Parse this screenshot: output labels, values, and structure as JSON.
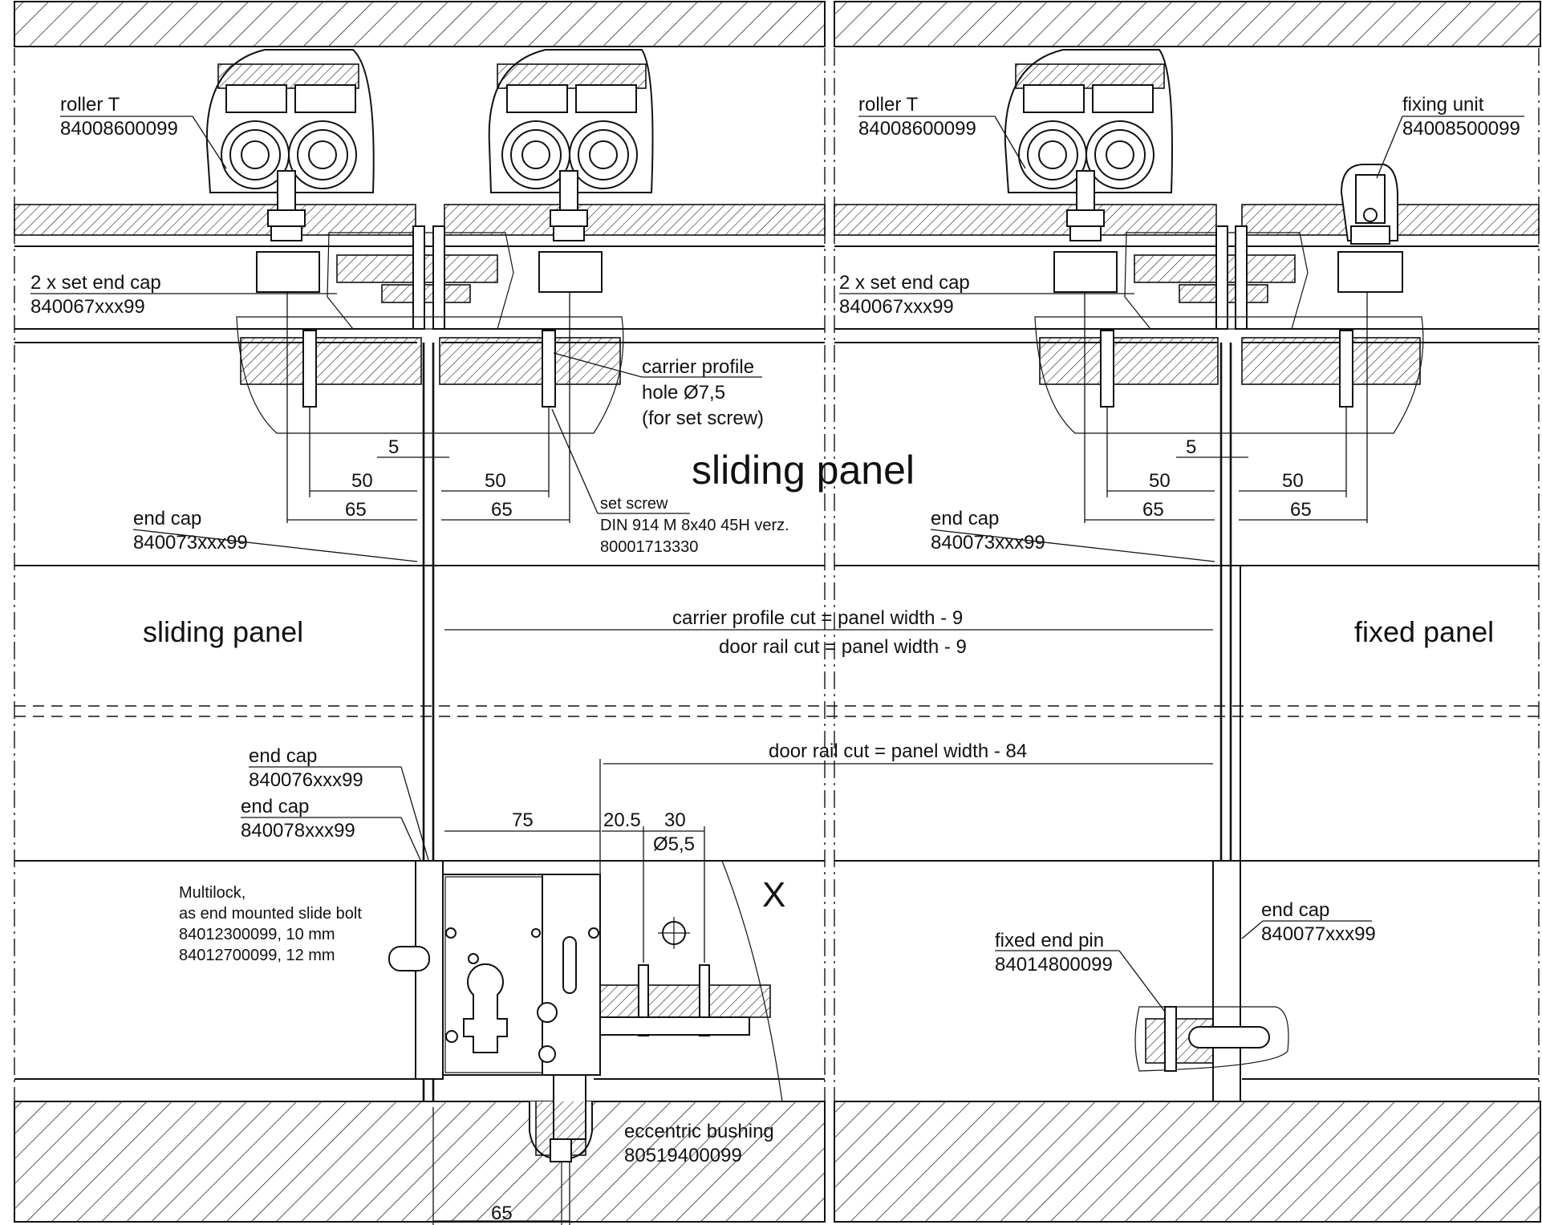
{
  "labels": {
    "roller_left": {
      "name": "roller T",
      "code": "84008600099"
    },
    "roller_right": {
      "name": "roller T",
      "code": "84008600099"
    },
    "fixing_unit": {
      "name": "fixing unit",
      "code": "84008500099"
    },
    "set_end_cap_left": {
      "name": "2 x set end cap",
      "code": "840067xxx99"
    },
    "set_end_cap_right": {
      "name": "2 x set end cap",
      "code": "840067xxx99"
    },
    "carrier_profile": {
      "line1": "carrier profile",
      "line2": "hole Ø7,5",
      "line3": "(for set screw)"
    },
    "set_screw": {
      "line1": "set screw",
      "line2": "DIN 914 M 8x40 45H verz.",
      "line3": "80001713330"
    },
    "end_cap_073_left": {
      "name": "end cap",
      "code": "840073xxx99"
    },
    "end_cap_073_right": {
      "name": "end cap",
      "code": "840073xxx99"
    },
    "end_cap_076": {
      "name": "end cap",
      "code": "840076xxx99"
    },
    "end_cap_078": {
      "name": "end cap",
      "code": "840078xxx99"
    },
    "end_cap_077": {
      "name": "end cap",
      "code": "840077xxx99"
    },
    "multilock": {
      "line1": "Multilock,",
      "line2": "as end mounted slide bolt",
      "line3": "84012300099, 10 mm",
      "line4": "84012700099, 12 mm"
    },
    "fixed_end_pin": {
      "name": "fixed end pin",
      "code": "84014800099"
    },
    "eccentric_bushing": {
      "name": "eccentric bushing",
      "code": "80519400099"
    }
  },
  "panels": {
    "sliding_top": "sliding panel",
    "sliding_left": "sliding panel",
    "fixed_right": "fixed panel"
  },
  "cuts": {
    "carrier_cut": "carrier profile cut = panel width - 9",
    "door_rail_top": "door rail cut = panel width - 9",
    "door_rail_bottom": "door rail cut = panel width - 84"
  },
  "dims": {
    "left_5": "5",
    "left_50a": "50",
    "left_50b": "50",
    "left_65a": "65",
    "left_65b": "65",
    "right_5": "5",
    "right_50a": "50",
    "right_50b": "50",
    "right_65a": "65",
    "right_65b": "65",
    "d75": "75",
    "d20_5": "20.5",
    "d30": "30",
    "d_hole": "Ø5,5",
    "d65_bottom": "65"
  },
  "view_marker": "X"
}
